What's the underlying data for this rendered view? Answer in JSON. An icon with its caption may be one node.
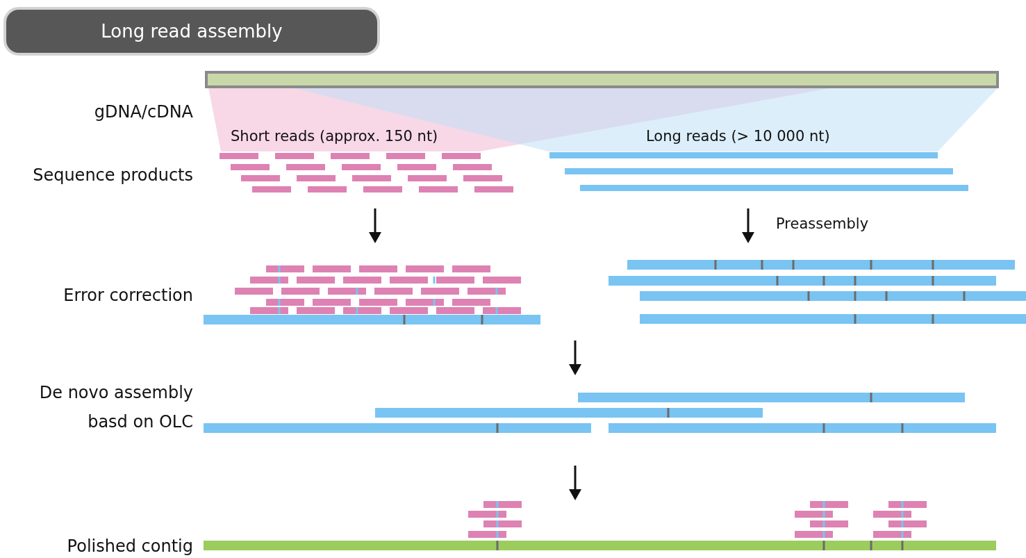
{
  "diagram": {
    "title": "Long read assembly",
    "labels": [
      "gDNA/cDNA",
      "Short reads (approx. 150 nt)",
      "Long reads (> 10 000 nt)",
      "Sequence products",
      "Preassembly",
      "Error correction",
      "De novo assembly basd on OLC",
      "Polished contig"
    ]
  }
}
